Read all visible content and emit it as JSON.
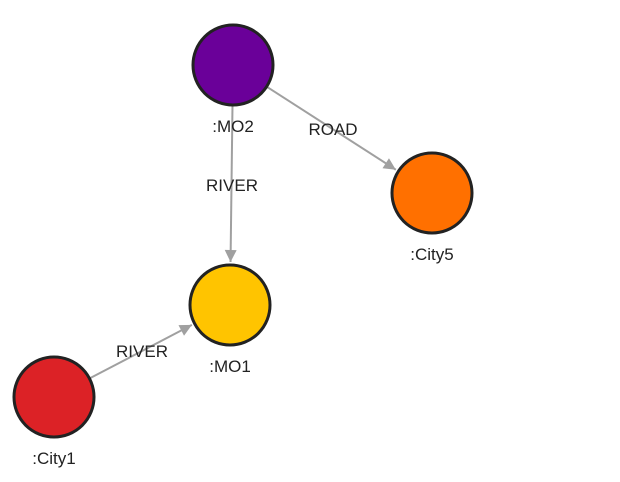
{
  "graph": {
    "nodes": [
      {
        "id": "MO2",
        "label": ":MO2",
        "color": "#6a0099"
      },
      {
        "id": "City5",
        "label": ":City5",
        "color": "#ff7000"
      },
      {
        "id": "MO1",
        "label": ":MO1",
        "color": "#ffc400"
      },
      {
        "id": "City1",
        "label": ":City1",
        "color": "#dc2226"
      }
    ],
    "edges": [
      {
        "from": "MO2",
        "to": "City5",
        "label": "ROAD"
      },
      {
        "from": "MO2",
        "to": "MO1",
        "label": "RIVER"
      },
      {
        "from": "City1",
        "to": "MO1",
        "label": "RIVER"
      }
    ],
    "style": {
      "node_stroke": "#222222",
      "edge_color": "#a0a0a0"
    }
  }
}
